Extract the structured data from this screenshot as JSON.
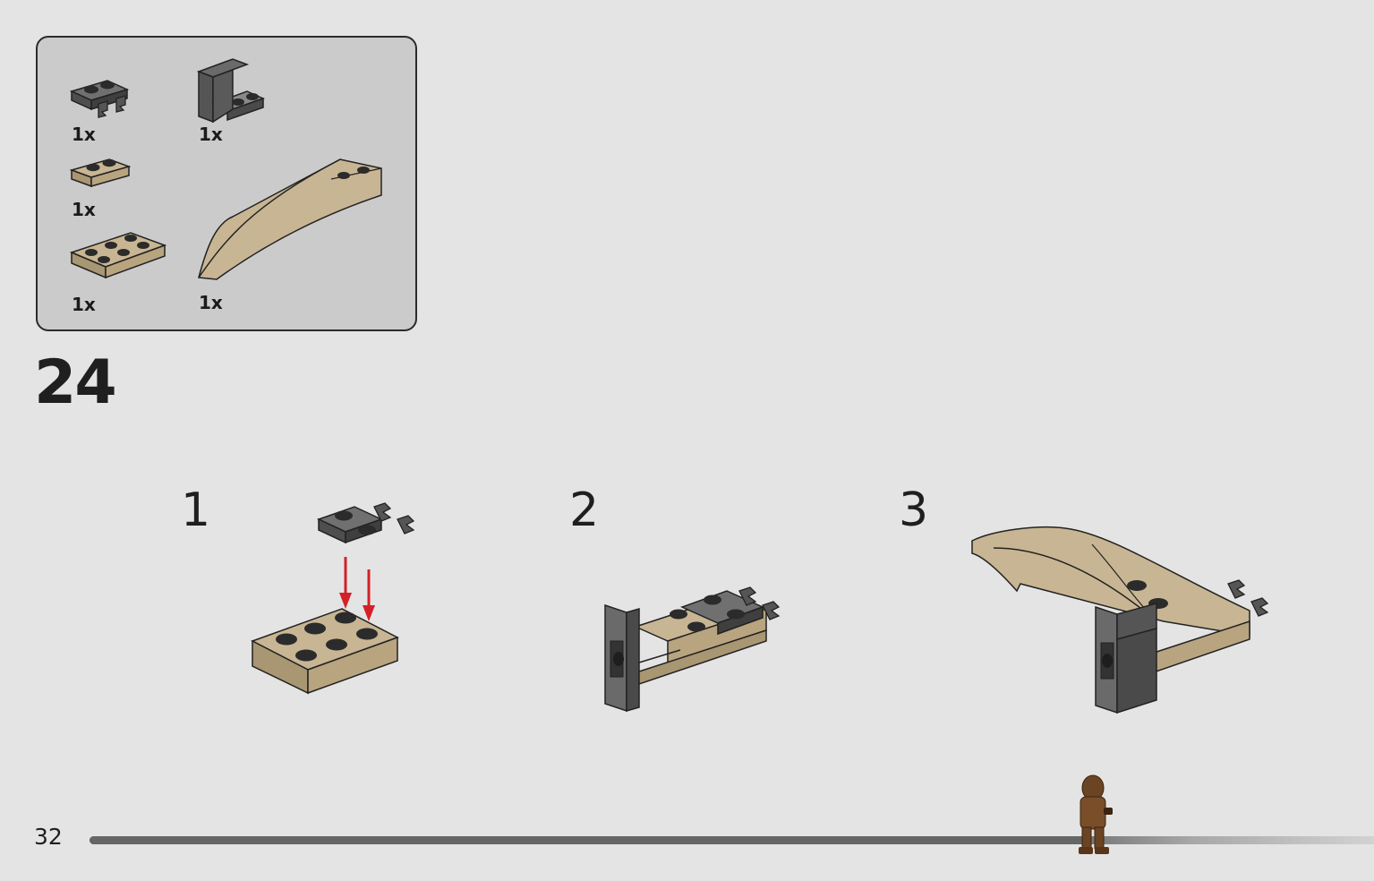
{
  "parts_list": {
    "items": [
      {
        "name": "dark-gray-plate-with-clips",
        "qty": "1x"
      },
      {
        "name": "dark-gray-angle-bracket",
        "qty": "1x"
      },
      {
        "name": "tan-plate-1x2",
        "qty": "1x"
      },
      {
        "name": "tan-curved-slope",
        "qty": "1x"
      },
      {
        "name": "tan-plate-2x3",
        "qty": "1x"
      }
    ]
  },
  "step": {
    "number": "24"
  },
  "substeps": [
    {
      "label": "1"
    },
    {
      "label": "2"
    },
    {
      "label": "3"
    }
  ],
  "footer": {
    "page_number": "32",
    "progress_percent": 78
  },
  "colors": {
    "background": "#e4e4e4",
    "parts_box": "#cbcbcb",
    "tan": "#c8b593",
    "dark_gray": "#595959",
    "stud": "#2b2b2b",
    "arrow_red": "#d42027"
  }
}
